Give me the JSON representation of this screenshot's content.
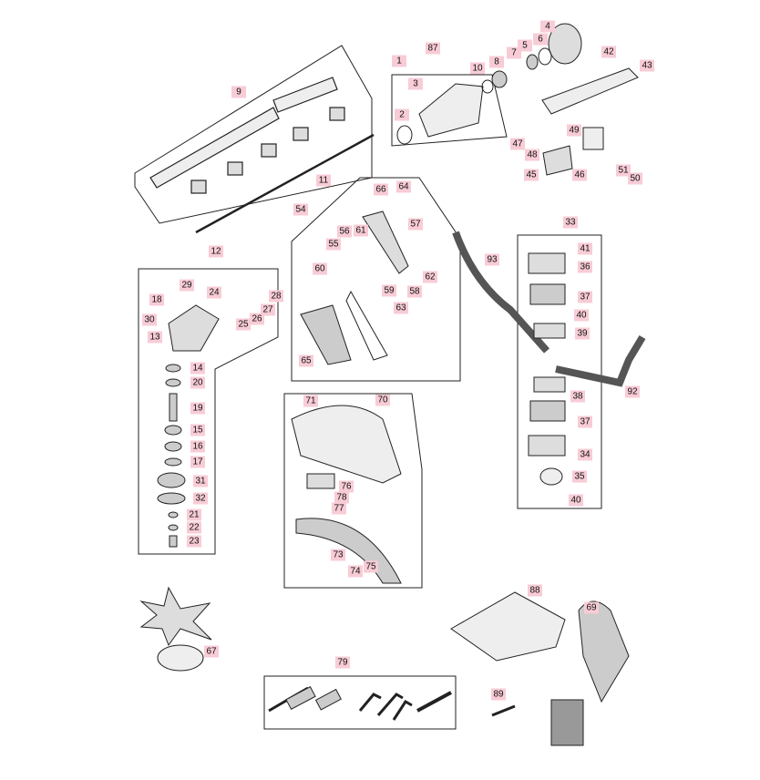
{
  "diagram": {
    "callouts": {
      "c87": "87",
      "c1": "1",
      "c3": "3",
      "c2": "2",
      "c10": "10",
      "c8": "8",
      "c7": "7",
      "c5": "5",
      "c6": "6",
      "c4": "4",
      "c42": "42",
      "c43": "43",
      "c9": "9",
      "c11": "11",
      "c49": "49",
      "c47": "47",
      "c48": "48",
      "c45": "45",
      "c46": "46",
      "c51": "51",
      "c50": "50",
      "c66": "66",
      "c64": "64",
      "c54": "54",
      "c57": "57",
      "c56": "56",
      "c61": "61",
      "c55": "55",
      "c60": "60",
      "c33": "33",
      "c41": "41",
      "c36": "36",
      "c93": "93",
      "c12": "12",
      "c29": "29",
      "c24": "24",
      "c28": "28",
      "c18": "18",
      "c27": "27",
      "c26": "26",
      "c25": "25",
      "c30": "30",
      "c13": "13",
      "c59": "59",
      "c62": "62",
      "c58": "58",
      "c63": "63",
      "c37a": "37",
      "c40a": "40",
      "c39": "39",
      "c65": "65",
      "c14": "14",
      "c20": "20",
      "c19": "19",
      "c15": "15",
      "c16": "16",
      "c17": "17",
      "c31": "31",
      "c32": "32",
      "c21": "21",
      "c22": "22",
      "c23": "23",
      "c71": "71",
      "c70": "70",
      "c38": "38",
      "c37b": "37",
      "c92": "92",
      "c34": "34",
      "c35": "35",
      "c40b": "40",
      "c76": "76",
      "c78": "78",
      "c77": "77",
      "c73": "73",
      "c74": "74",
      "c75": "75",
      "c88": "88",
      "c69": "69",
      "c67": "67",
      "c79": "79",
      "c89": "89"
    },
    "colors": {
      "callout_bg": "#f8ccd6",
      "line": "#222222"
    }
  }
}
